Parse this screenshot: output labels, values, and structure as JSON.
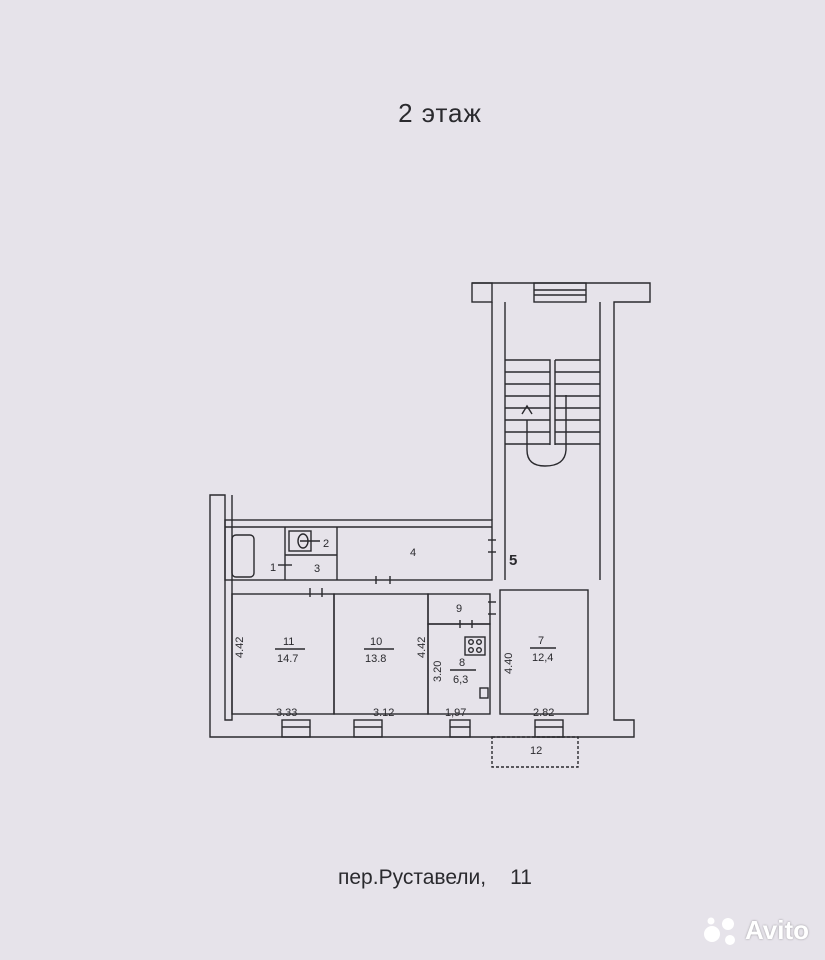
{
  "title": "2  этаж",
  "address": {
    "street": "пер.Руставели,",
    "number": "11"
  },
  "rooms": [
    {
      "id": "room-1",
      "number": "1"
    },
    {
      "id": "room-2",
      "number": "2"
    },
    {
      "id": "room-3",
      "number": "3"
    },
    {
      "id": "room-4",
      "number": "4"
    },
    {
      "id": "room-5",
      "number": "5"
    },
    {
      "id": "room-7",
      "number": "7",
      "area": "12,4"
    },
    {
      "id": "room-8",
      "number": "8",
      "area": "6,3"
    },
    {
      "id": "room-9",
      "number": "9"
    },
    {
      "id": "room-10",
      "number": "10",
      "area": "13.8"
    },
    {
      "id": "room-11",
      "number": "11",
      "area": "14.7"
    },
    {
      "id": "room-12",
      "number": "12"
    }
  ],
  "dimensions": {
    "room11_height": "4.42",
    "room11_width": "3.33",
    "room10_width": "3.12",
    "room10_height": "4.42",
    "room8_height": "3.20",
    "room8_width": "1,97",
    "room7_height": "4.40",
    "room7_width": "2.82"
  },
  "watermark": "Avito",
  "colors": {
    "background": "#e6e3ea",
    "wall": "#2a2a2e",
    "watermark": "#ffffff"
  }
}
